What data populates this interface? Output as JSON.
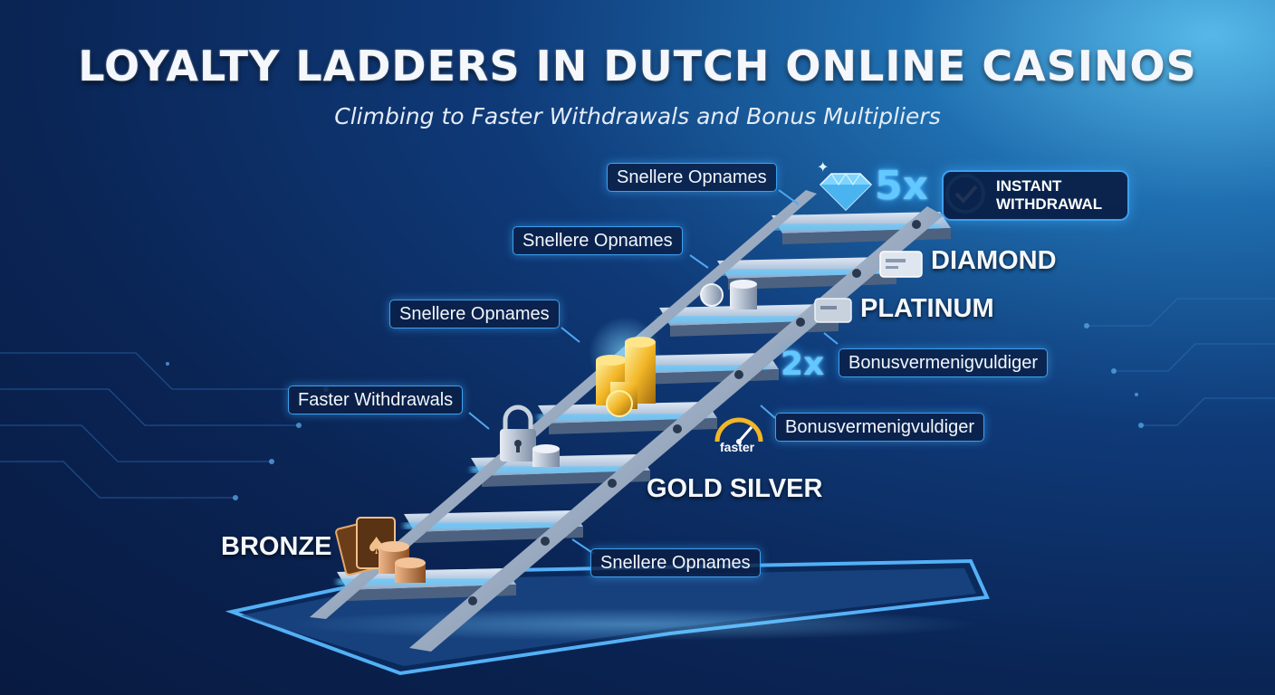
{
  "header": {
    "title": "LOYALTY LADDERS IN DUTCH ONLINE CASINOS",
    "subtitle": "Climbing to Faster Withdrawals and Bonus Multipliers"
  },
  "callouts": [
    "Snellere Opnames",
    "Snellere Opnames",
    "Snellere Opnames",
    "Faster Withdrawals",
    "Bonusvermenigvuldiger",
    "Bonusvermenigvuldiger",
    "Snellere Opnames"
  ],
  "tiers": {
    "diamond": "DIAMOND",
    "platinum": "PLATINUM",
    "gold_silver": "GOLD SILVER",
    "bronze": "BRONZE"
  },
  "multipliers": {
    "top": "5x",
    "mid": "2x"
  },
  "badge": {
    "line1": "INSTANT",
    "line2": "WITHDRAWAL"
  },
  "gauge": {
    "label": "faster"
  },
  "icons": [
    "diamond-icon",
    "checkmark-icon",
    "card-icon",
    "coin-stack-icon",
    "gold-coins-icon",
    "padlock-icon",
    "speedometer-icon",
    "playing-cards-icon"
  ],
  "colors": {
    "accent": "#3ca0ee",
    "glow": "#62c8ff",
    "gold": "#f2b626"
  }
}
